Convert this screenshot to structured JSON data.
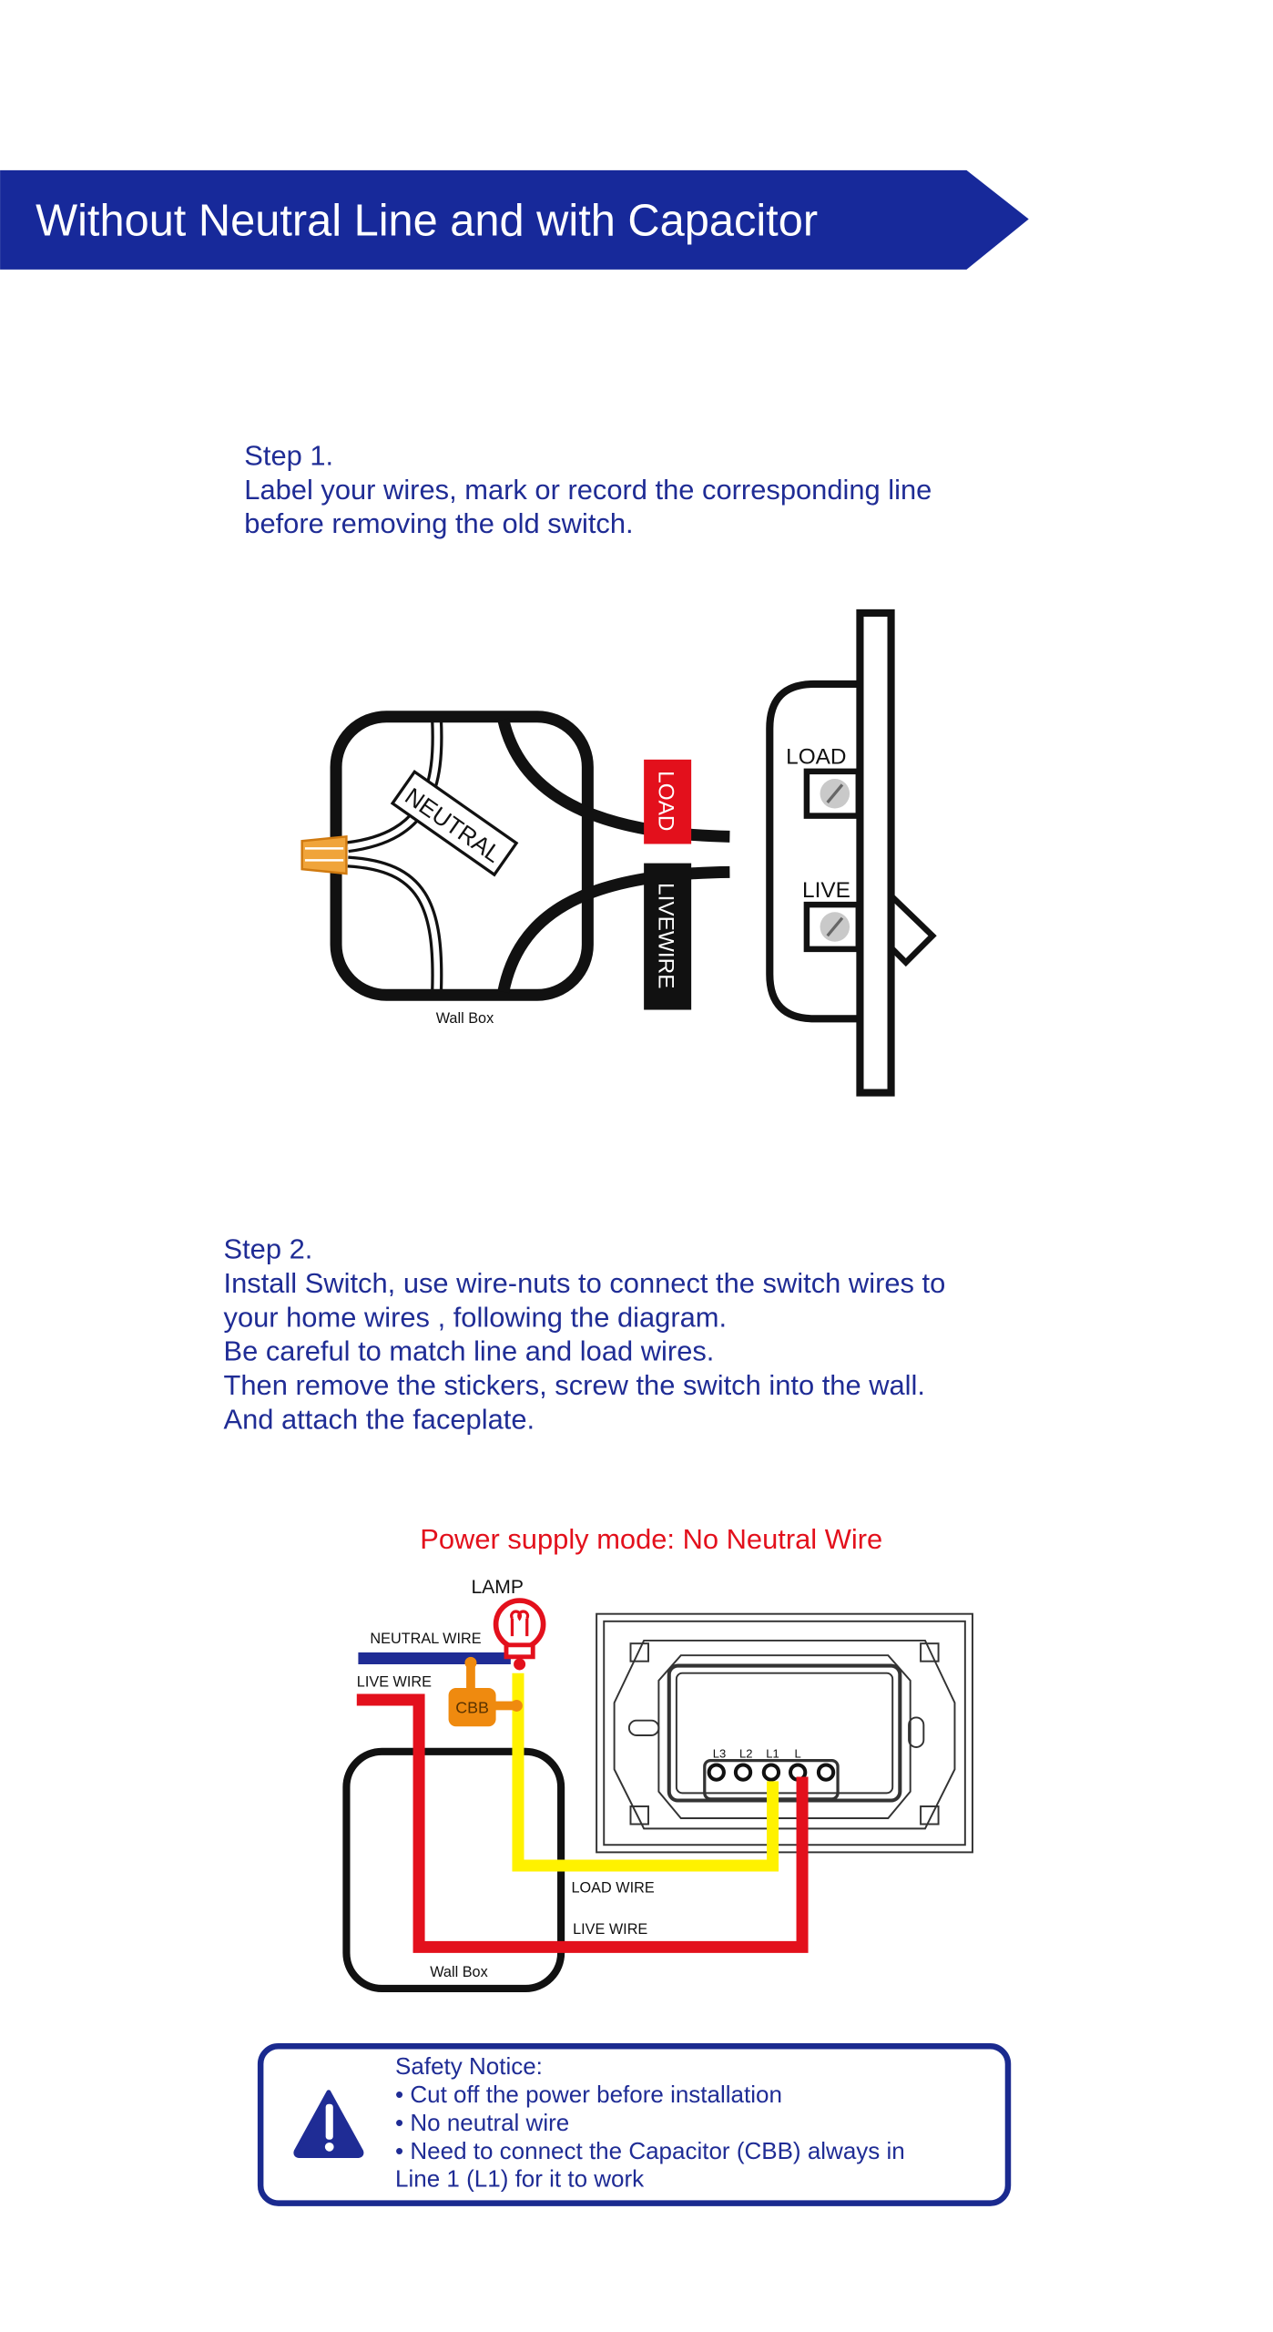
{
  "banner": {
    "title": "Without Neutral Line and with Capacitor"
  },
  "step1": {
    "heading": "Step 1.",
    "lines": [
      "Label your wires, mark or record the corresponding line",
      "before removing the old switch."
    ]
  },
  "diagram1": {
    "neutral_tag": "NEUTRAL",
    "load_tag": "LOAD",
    "livewire_tag": "LIVEWIRE",
    "switch_load_label": "LOAD",
    "switch_live_label": "LIVE",
    "wall_box_label": "Wall Box"
  },
  "step2": {
    "heading": "Step 2.",
    "lines": [
      "Install Switch, use wire-nuts to connect the switch wires to",
      "your home wires , following the diagram.",
      "Be careful to match line and load wires.",
      "Then remove the stickers, screw the switch into the wall.",
      "And attach the faceplate."
    ]
  },
  "diagram2": {
    "title": "Power supply mode: No Neutral Wire",
    "lamp_label": "LAMP",
    "neutral_wire_label": "NEUTRAL WIRE",
    "live_wire_label_top": "LIVE WIRE",
    "capacitor_label": "CBB",
    "load_wire_label": "LOAD WIRE",
    "live_wire_label_bottom": "LIVE WIRE",
    "wall_box_label": "Wall Box",
    "terminals": [
      "L3",
      "L2",
      "L1",
      "L"
    ]
  },
  "safety": {
    "heading": "Safety Notice:",
    "items": [
      "• Cut off the power before installation",
      "• No neutral wire",
      "• Need to connect the Capacitor (CBB) always in",
      "Line 1 (L1) for it to work"
    ]
  },
  "colors": {
    "navy": "#1f2c95",
    "banner": "#17299a",
    "red": "#e3101c",
    "yellow": "#fff200",
    "orange": "#ef8a0f"
  }
}
